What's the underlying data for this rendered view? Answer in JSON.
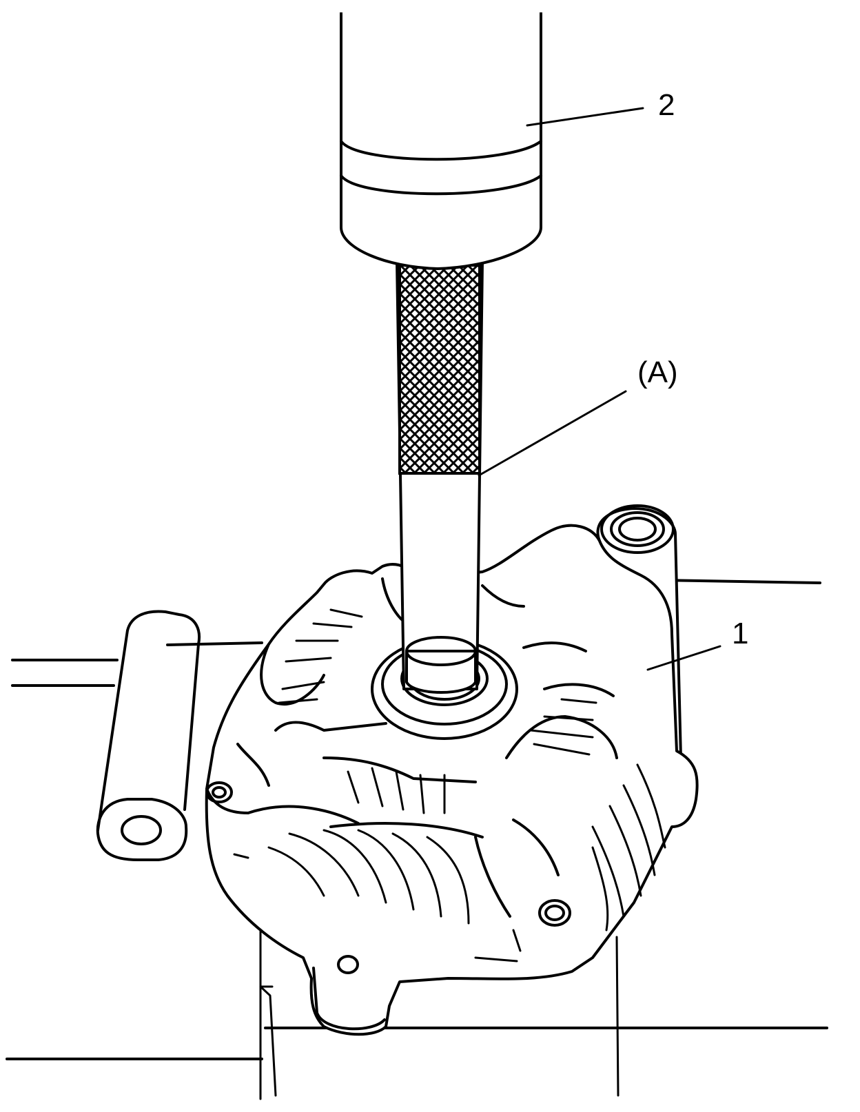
{
  "callouts": {
    "part_1": "1",
    "part_2": "2",
    "point_A": "(A)"
  },
  "colors": {
    "ink": "#000000",
    "background": "#ffffff"
  }
}
